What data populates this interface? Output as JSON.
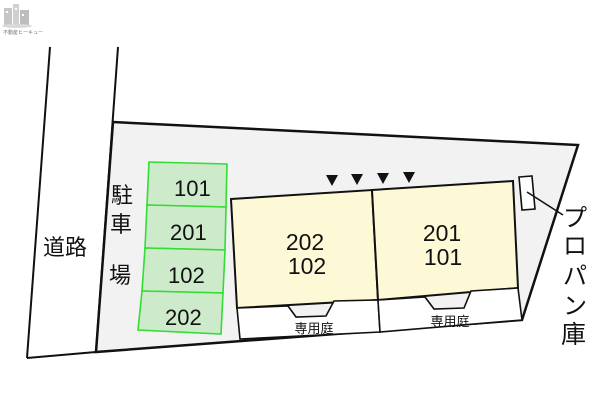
{
  "logo": {
    "text": "不動産ヒーキュー",
    "icon": "building-logo-icon"
  },
  "labels": {
    "road": "道路",
    "parking": [
      "駐",
      "車",
      "場"
    ],
    "propane": [
      "プ",
      "ロ",
      "パ",
      "ン",
      "庫"
    ],
    "garden_left": "専用庭",
    "garden_right": "専用庭"
  },
  "parking_spaces": [
    "101",
    "201",
    "102",
    "202"
  ],
  "units": {
    "left": {
      "upper": "202",
      "lower": "102"
    },
    "right": {
      "upper": "201",
      "lower": "101"
    }
  },
  "entrances": {
    "count": 4,
    "symbol": "▼"
  },
  "colors": {
    "parking_fill": "#cdeacb",
    "parking_border": "#33dd33",
    "building_fill": "#fdf9d6",
    "lot_fill": "#f2f2f2",
    "line": "#111111"
  }
}
